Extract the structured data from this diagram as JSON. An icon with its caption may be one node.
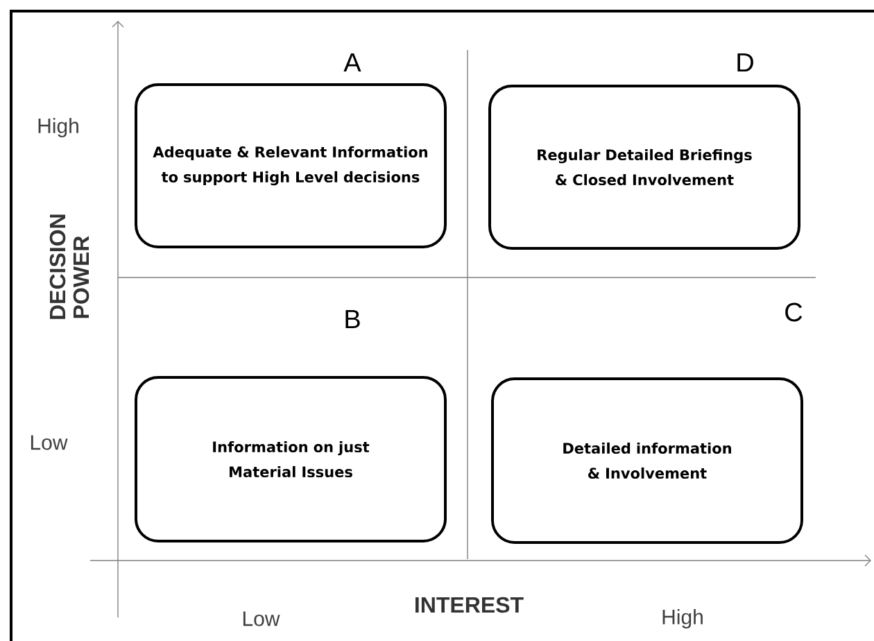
{
  "diagram": {
    "nodes": [
      {
        "text": [
          "Adequate & Relevant Information to support High Level decisions"
        ],
        "beside": [
          "A"
        ]
      },
      {
        "text": [
          "Regular Detailed Briefings & Closed Involvement"
        ],
        "beside": [
          "D"
        ]
      },
      {
        "text": [
          "Information on just Material Issues"
        ],
        "beside": [
          "B"
        ]
      },
      {
        "text": [
          "Detailed information & Involvement"
        ],
        "beside": [
          "C"
        ]
      }
    ],
    "labels": [
      "High",
      "DECISION POWER",
      "Low",
      "Low",
      "INTEREST",
      "High"
    ]
  }
}
